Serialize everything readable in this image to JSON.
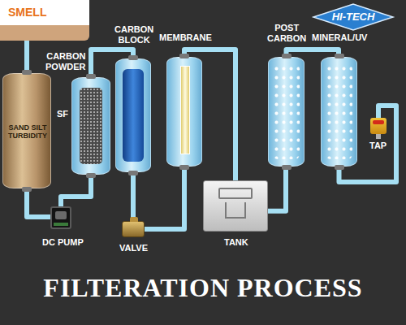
{
  "diagram": {
    "title": "FILTERATION PROCESS",
    "nodes": [
      {
        "text": [
          "SMELL"
        ]
      },
      {
        "text": [
          "SAND SILT TURBIDITY",
          "SF"
        ]
      },
      {
        "text": [
          "DC PUMP"
        ]
      },
      {
        "text": [
          "CARBON POWDER"
        ]
      },
      {
        "text": [
          "CARBON BLOCK"
        ]
      },
      {
        "text": [
          "VALVE"
        ]
      },
      {
        "text": [
          "MEMBRANE"
        ]
      },
      {
        "text": [
          "TANK"
        ]
      },
      {
        "text": [
          "POST CARBON"
        ]
      },
      {
        "text": [
          "MINERAL/UV"
        ]
      },
      {
        "text": [
          "TAP"
        ]
      }
    ],
    "edges": [
      {
        "from": 0,
        "to": 1,
        "arrow": "none"
      },
      {
        "from": 1,
        "to": 2,
        "arrow": "none"
      },
      {
        "from": 2,
        "to": 3,
        "arrow": "none"
      },
      {
        "from": 3,
        "to": 4,
        "arrow": "none"
      },
      {
        "from": 4,
        "to": 5,
        "arrow": "none"
      },
      {
        "from": 5,
        "to": 6,
        "arrow": "none"
      },
      {
        "from": 6,
        "to": 7,
        "arrow": "none"
      },
      {
        "from": 7,
        "to": 8,
        "arrow": "none"
      },
      {
        "from": 8,
        "to": 9,
        "arrow": "none"
      },
      {
        "from": 9,
        "to": 10,
        "arrow": "none"
      }
    ],
    "labels": [
      "HI-TECH"
    ]
  }
}
